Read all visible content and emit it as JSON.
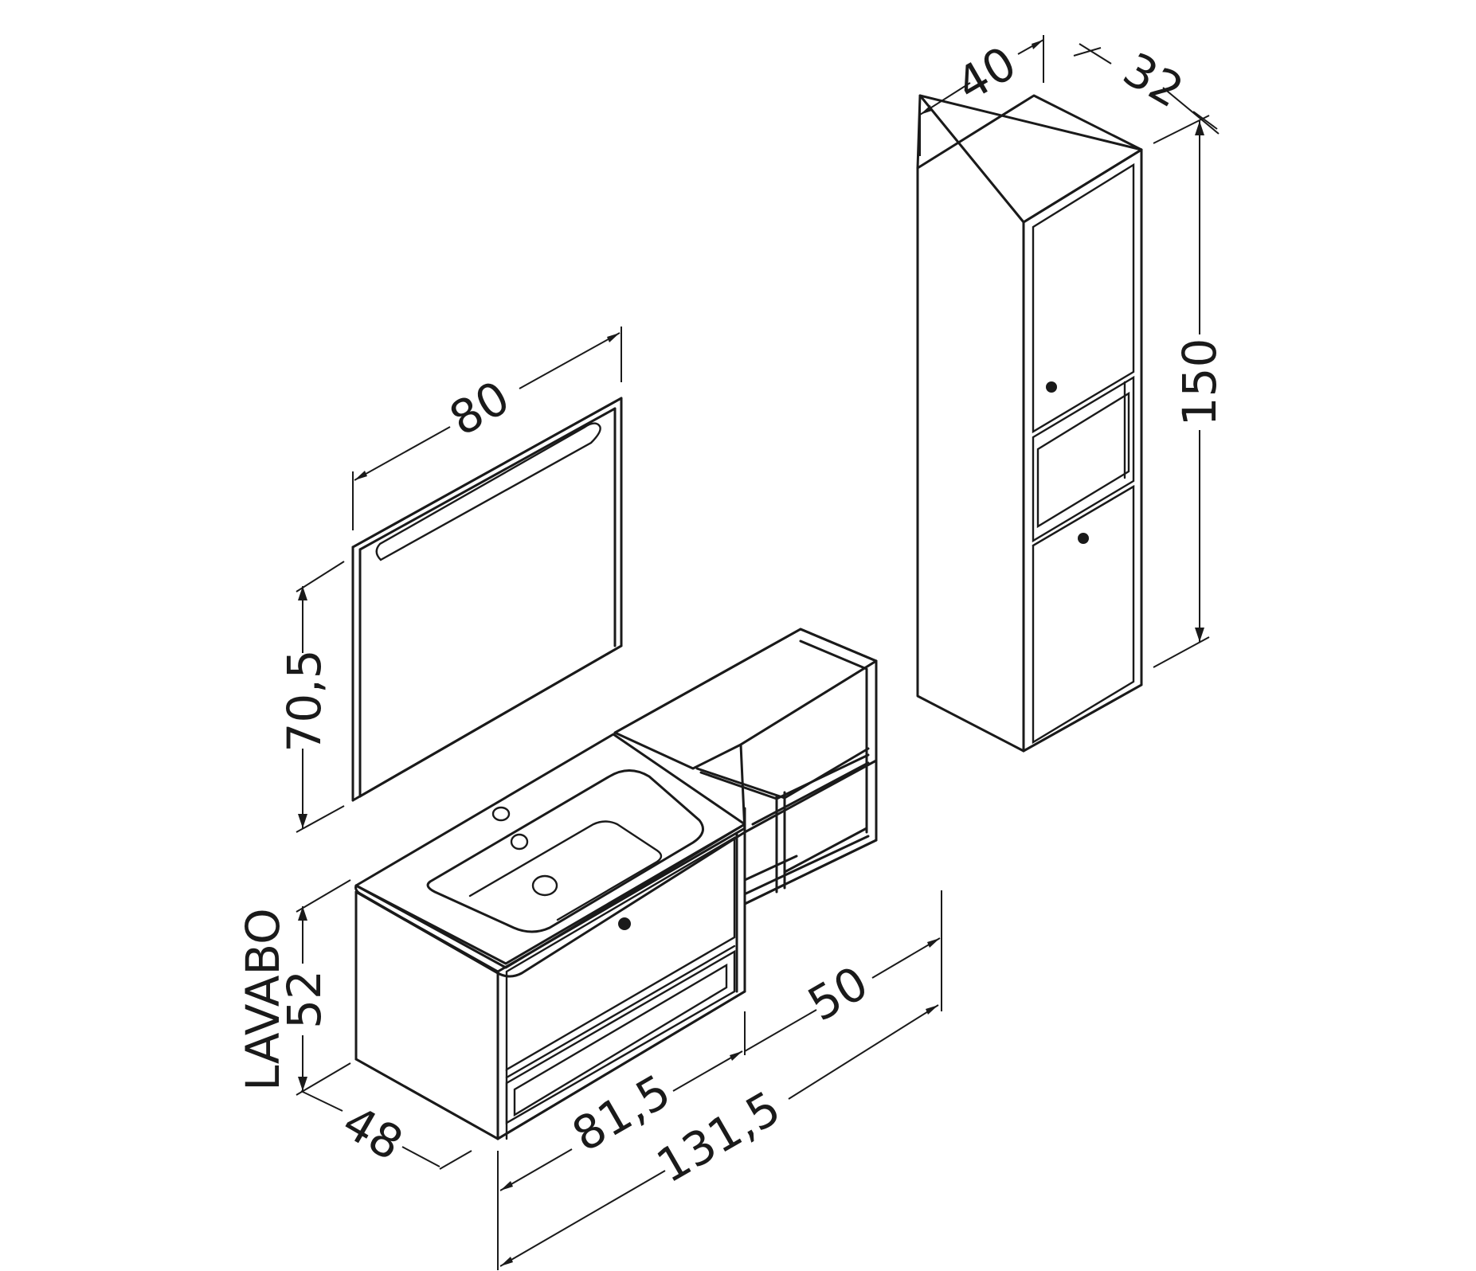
{
  "colors": {
    "line": "#1a1a1a",
    "background": "#ffffff"
  },
  "dimensions": {
    "column_width": "40",
    "column_depth": "32",
    "column_height": "150",
    "mirror_width": "80",
    "mirror_height": "70,5",
    "basin_height": "52",
    "basin_label": "LAVABO",
    "basin_depth": "48",
    "basin_width": "81,5",
    "total_width": "131,5",
    "shelf_width": "50"
  }
}
